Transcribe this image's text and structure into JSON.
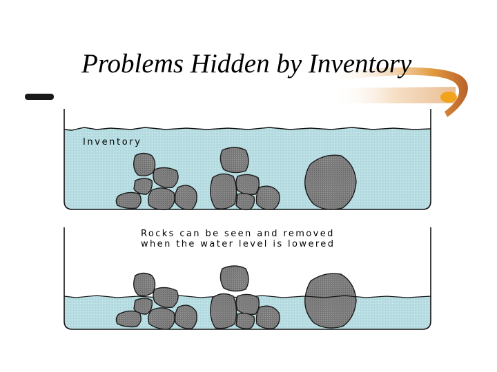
{
  "slide": {
    "title": "Problems Hidden by Inventory"
  },
  "diagram": {
    "top_tank_label": "Inventory",
    "caption_line_1": "Rocks can be seen and removed",
    "caption_line_2": "when the water level is lowered"
  },
  "colors": {
    "water": "#b7dde2",
    "rock": "#7d7d7d",
    "rock_outline": "#1a1a1a",
    "accent_bar": "#1a1a1a",
    "swoosh": "#e8a24a"
  }
}
